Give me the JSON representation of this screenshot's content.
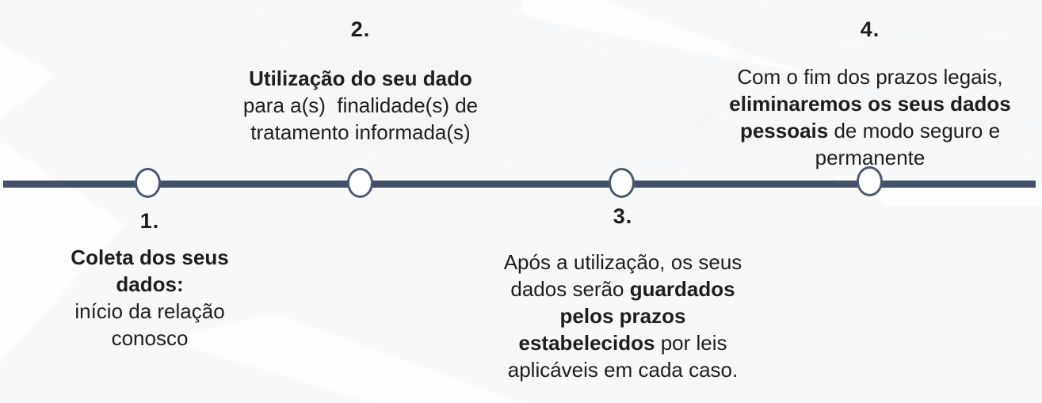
{
  "colors": {
    "background": "#f8f8f9",
    "line": "#42506a",
    "node_fill": "#ffffff",
    "node_border": "#4b5870",
    "text": "#1e1e1e"
  },
  "timeline": {
    "steps": [
      {
        "number": "1.",
        "position": "below",
        "lines": [
          [
            {
              "text": "Coleta dos seus",
              "bold": true
            }
          ],
          [
            {
              "text": "dados:",
              "bold": true
            }
          ],
          [
            {
              "text": "início da relação",
              "bold": false
            }
          ],
          [
            {
              "text": "conosco",
              "bold": false
            }
          ]
        ]
      },
      {
        "number": "2.",
        "position": "above",
        "lines": [
          [
            {
              "text": "Utilização do seu dado",
              "bold": true
            }
          ],
          [
            {
              "text": "para a(s)  finalidade(s) de",
              "bold": false
            }
          ],
          [
            {
              "text": "tratamento informada(s)",
              "bold": false
            }
          ]
        ]
      },
      {
        "number": "3.",
        "position": "below",
        "lines": [
          [
            {
              "text": "Após a utilização, os seus",
              "bold": false
            }
          ],
          [
            {
              "text": "dados serão ",
              "bold": false
            },
            {
              "text": "guardados",
              "bold": true
            }
          ],
          [
            {
              "text": "pelos prazos",
              "bold": true
            }
          ],
          [
            {
              "text": "estabelecidos",
              "bold": true
            },
            {
              "text": " por leis",
              "bold": false
            }
          ],
          [
            {
              "text": "aplicáveis em cada caso.",
              "bold": false
            }
          ]
        ]
      },
      {
        "number": "4.",
        "position": "above",
        "lines": [
          [
            {
              "text": "Com o fim dos prazos legais,",
              "bold": false
            }
          ],
          [
            {
              "text": "eliminaremos os seus dados",
              "bold": true
            }
          ],
          [
            {
              "text": "pessoais",
              "bold": true
            },
            {
              "text": " de modo seguro e",
              "bold": false
            }
          ],
          [
            {
              "text": "permanente",
              "bold": false
            }
          ]
        ]
      }
    ]
  }
}
